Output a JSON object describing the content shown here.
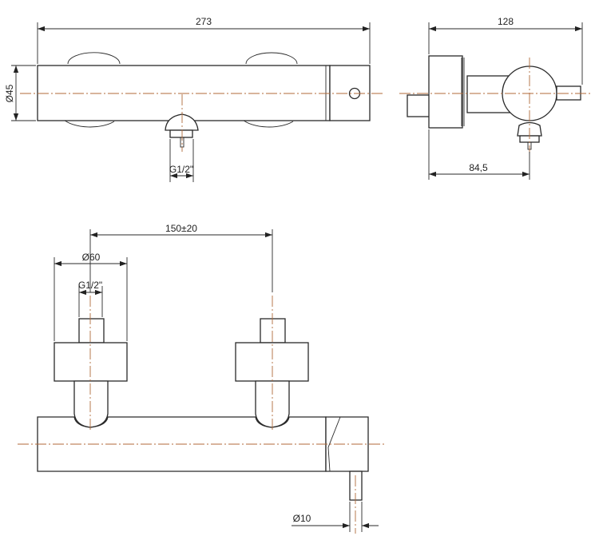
{
  "dimensions": {
    "overall_length": "273",
    "body_diameter": "Ø45",
    "outlet_thread": "G1/2\"",
    "depth": "128",
    "outlet_offset": "84,5",
    "inlet_spacing": "150±20",
    "escutcheon_diameter": "Ø60",
    "inlet_thread": "G1/2\"",
    "lever_diameter": "Ø10"
  },
  "colors": {
    "outline": "#2a2a2a",
    "centerline": "#b06a3a"
  }
}
